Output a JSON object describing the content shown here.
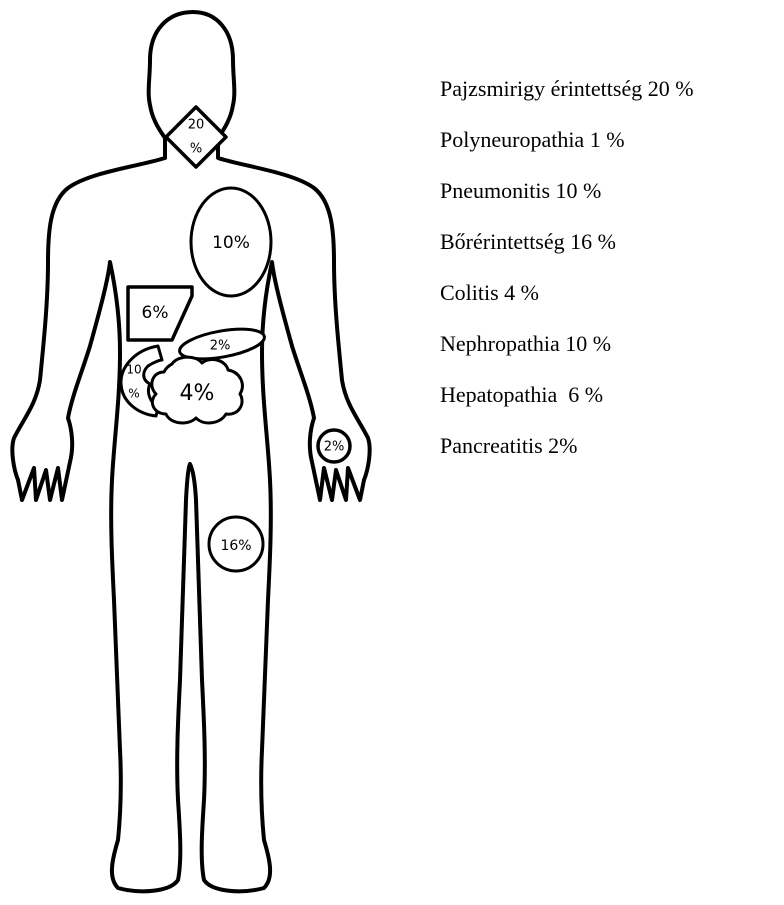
{
  "legend": [
    "Pajzsmirigy érintettség 20 %",
    "Polyneuropathia 1 %",
    "Pneumonitis 10 %",
    "Bőrérintettség 16 %",
    "Colitis 4 %",
    "Nephropathia 10 %",
    "Hepatopathia  6 %",
    "Pancreatitis 2%"
  ],
  "markers": {
    "thyroid_line1": "20",
    "thyroid_line2": "%",
    "lung": "10%",
    "liver": "6%",
    "pancreas": "2%",
    "kidney_line1": "10",
    "kidney_line2": "%",
    "colon": "4%",
    "hand": "2%",
    "skin": "16%"
  }
}
